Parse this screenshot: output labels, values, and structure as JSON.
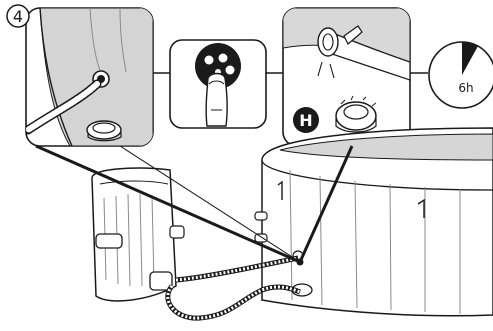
{
  "step_number": "4",
  "callout_letter": "H",
  "timer_label": "6h",
  "icons": {
    "step_badge": "circled-number",
    "hose_panel": "hose-connection-icon",
    "button_panel": "press-button-icon",
    "valve_panel": "valve-adapter-icon",
    "timer": "clock-icon",
    "spa": "hot-tub-icon",
    "pump": "pump-unit-icon"
  },
  "colors": {
    "ink": "#1a1a1a",
    "panel_fill": "#dcdcdc",
    "tub_fill": "#d6d6d6",
    "background": "#ffffff"
  }
}
